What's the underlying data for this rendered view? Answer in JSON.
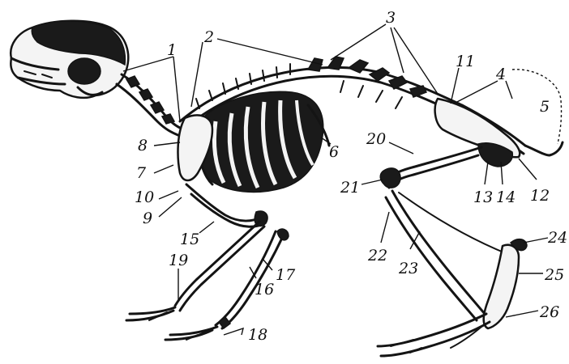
{
  "labels": [
    "1",
    "2",
    "3",
    "4",
    "5",
    "6",
    "7",
    "8",
    "9",
    "10",
    "11",
    "12",
    "13",
    "14",
    "15",
    "16",
    "17",
    "18",
    "19",
    "20",
    "21",
    "22",
    "23",
    "24",
    "25",
    "26"
  ],
  "colors": {
    "ink": "#141414",
    "paper": "#ffffff"
  }
}
